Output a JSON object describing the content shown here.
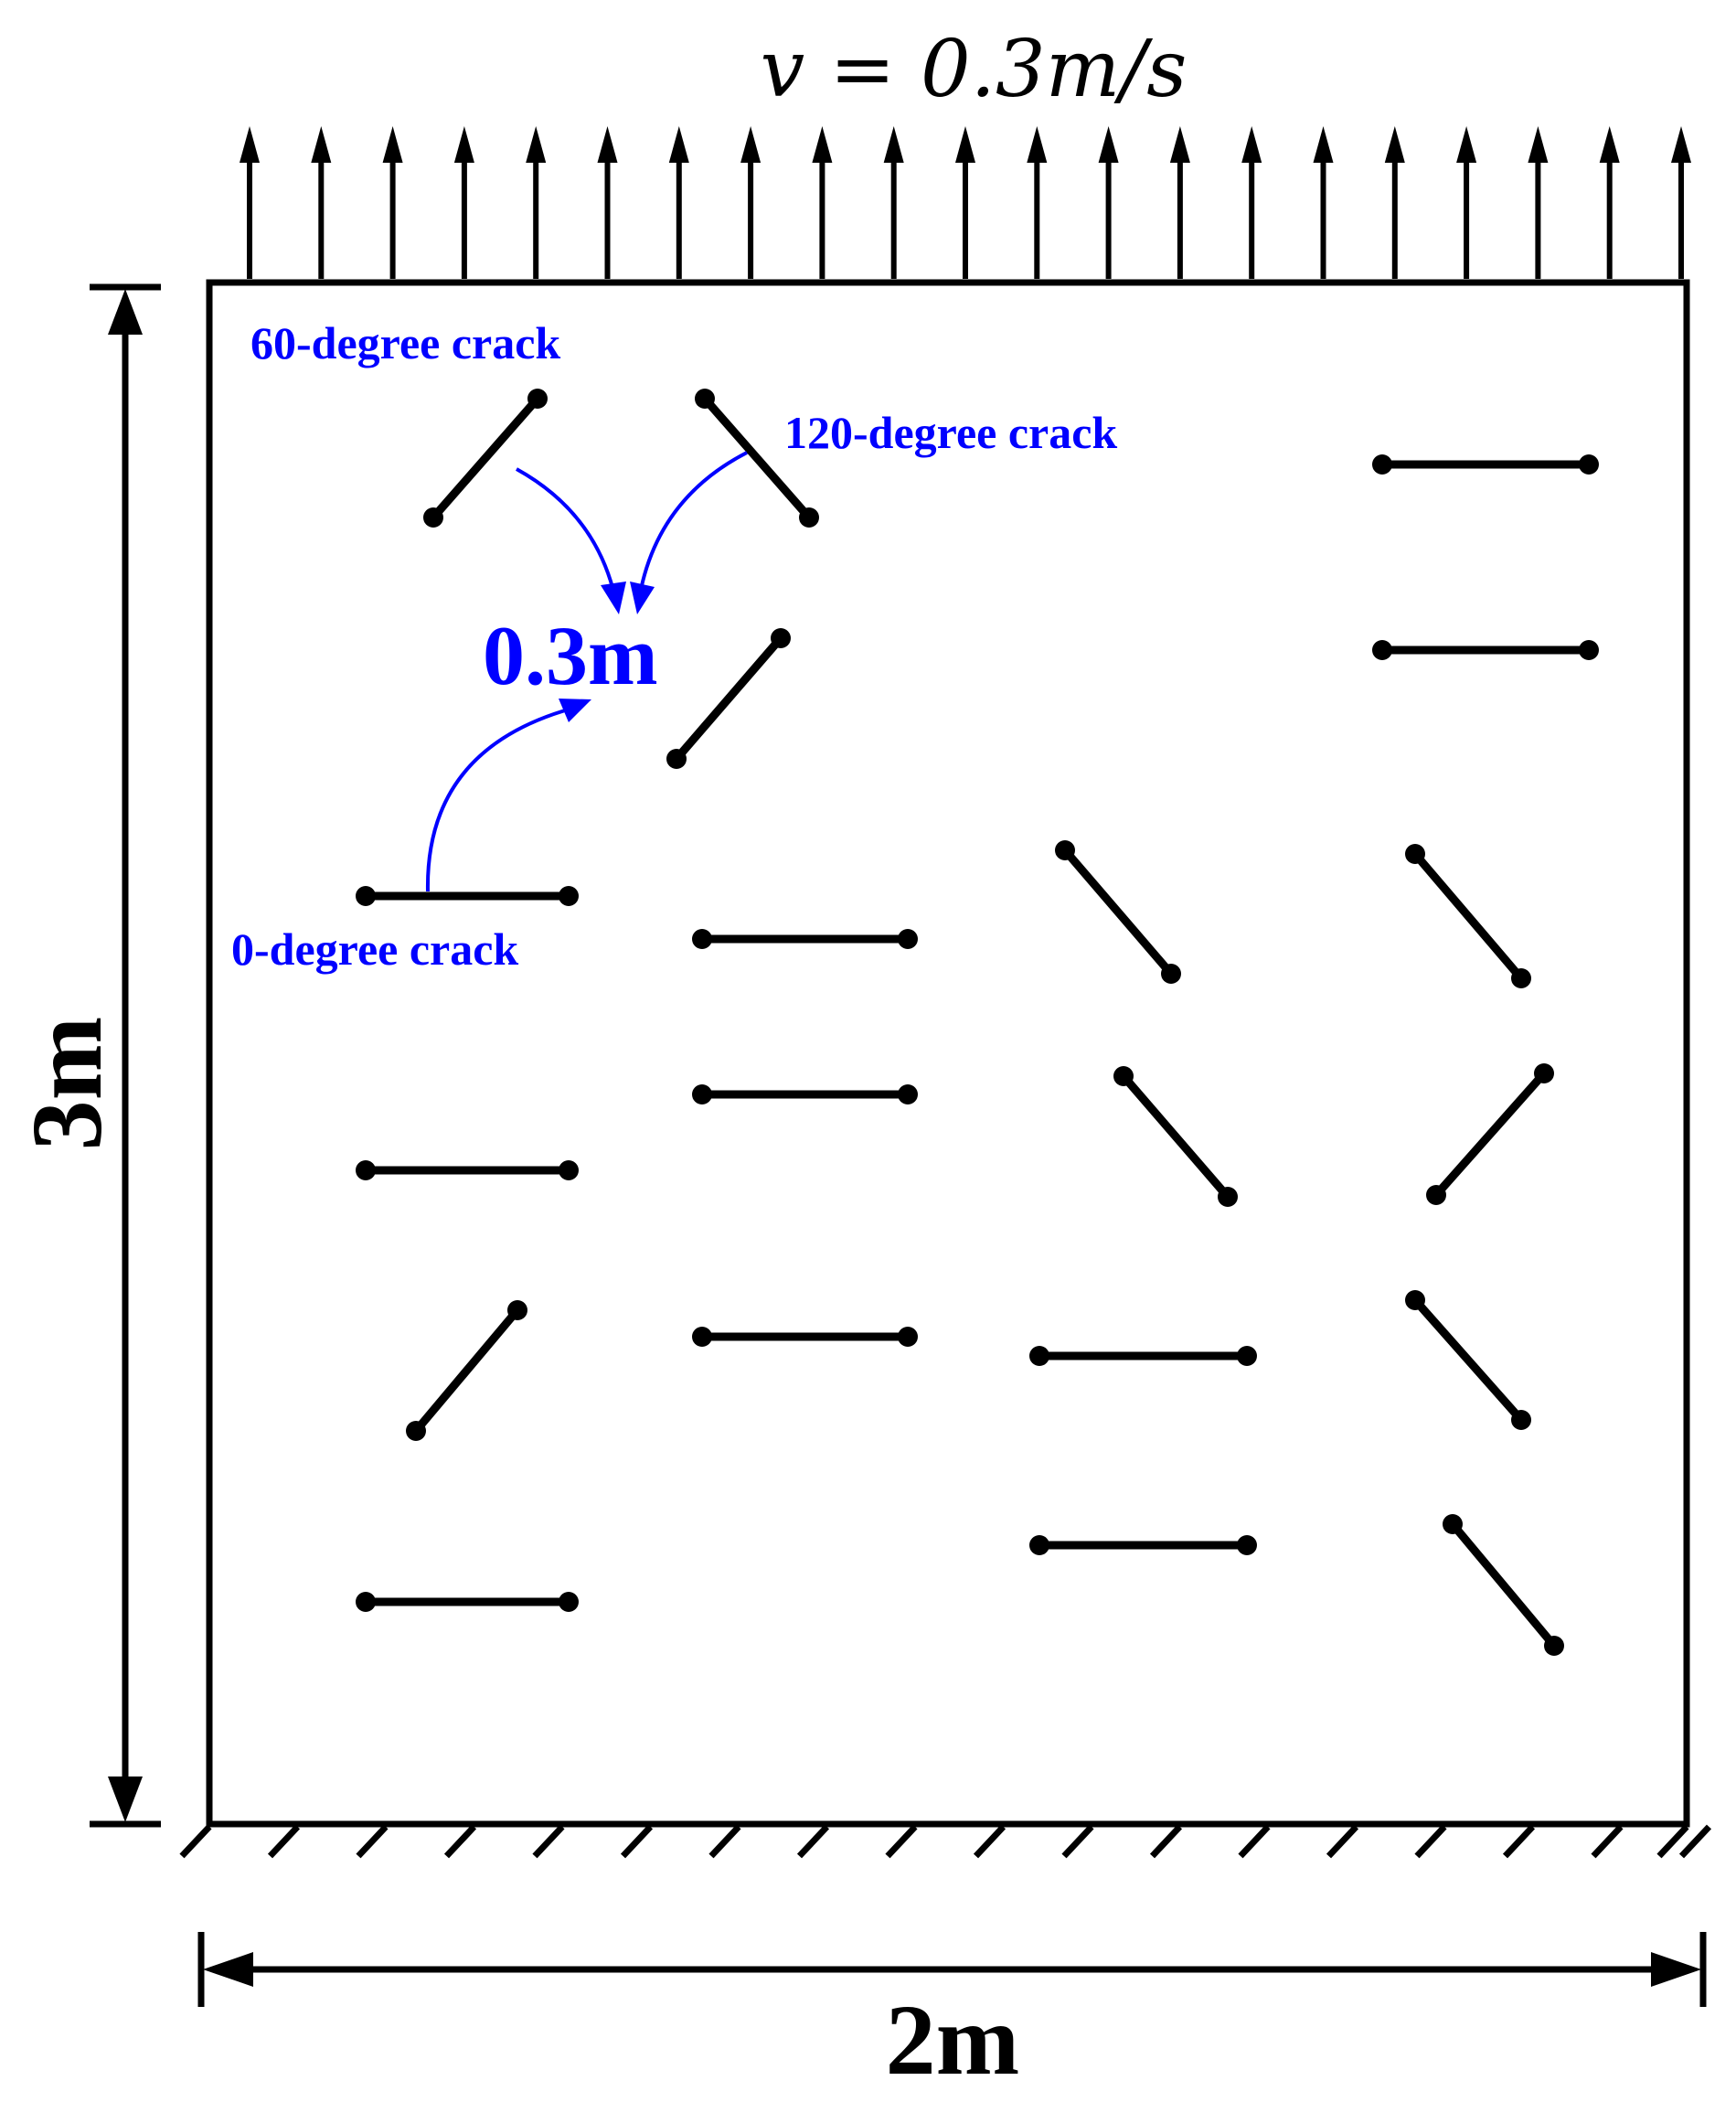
{
  "diagram": {
    "velocity_label": "v = 0.3m/s",
    "width_label": "2m",
    "height_label": "3m",
    "crack_length_label": "0.3m",
    "crack_labels": {
      "deg60": "60-degree crack",
      "deg120": "120-degree crack",
      "deg0": "0-degree crack"
    },
    "colors": {
      "structure": "#000000",
      "annotation": "#0000ff"
    }
  }
}
